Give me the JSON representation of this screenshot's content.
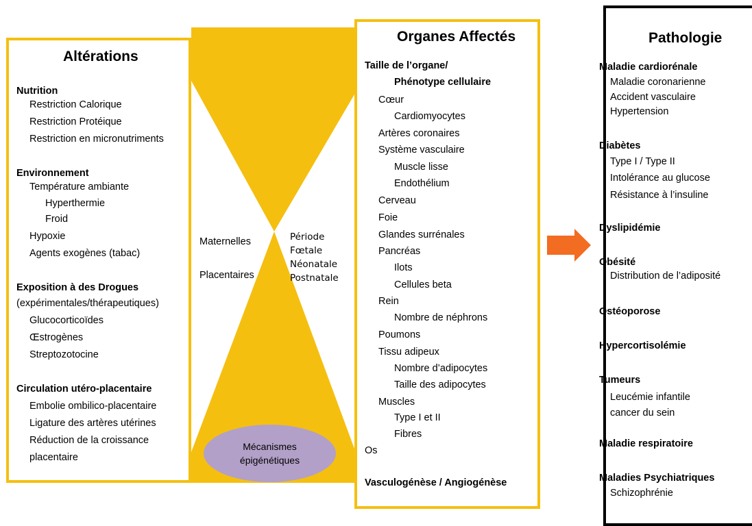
{
  "colors": {
    "gold": "#F5BF10",
    "arrow": "#F26C22",
    "ellipse": "#B2A0C8"
  },
  "left": {
    "title": "Altérations",
    "lines": [
      {
        "text": "Nutrition",
        "bold": true
      },
      {
        "text": "Restriction Calorique",
        "indent": 1
      },
      {
        "text": "Restriction Protéique",
        "indent": 1
      },
      {
        "text": "Restriction en micronutriments",
        "indent": 1
      },
      {
        "text": "Environnement",
        "bold": true
      },
      {
        "text": "Température ambiante",
        "indent": 1
      },
      {
        "text": "Hyperthermie",
        "indent": 2
      },
      {
        "text": "Froid",
        "indent": 2
      },
      {
        "text": "Hypoxie",
        "indent": 1
      },
      {
        "text": "Agents exogènes (tabac)",
        "indent": 1
      },
      {
        "text": "Exposition à des Drogues",
        "bold": true
      },
      {
        "text": "(expérimentales/thérapeutiques)",
        "indent": 0
      },
      {
        "text": "Glucocorticoïdes",
        "indent": 1
      },
      {
        "text": "Œstrogènes",
        "indent": 1
      },
      {
        "text": "Streptozotocine",
        "indent": 1
      },
      {
        "text": "Circulation utéro-placentaire",
        "bold": true
      },
      {
        "text": "Embolie ombilico-placentaire",
        "indent": 1
      },
      {
        "text": "Ligature des artères utérines",
        "indent": 1
      },
      {
        "text": "Réduction de la croissance",
        "indent": 1
      },
      {
        "text": "placentaire",
        "indent": 1
      }
    ]
  },
  "bowtie": {
    "maternelles": "Maternelles",
    "placentaires": "Placentaires",
    "periode": [
      "Période",
      "Fœtale",
      "Néonatale",
      "Postnatale"
    ]
  },
  "epigenetic": [
    "Mécanismes",
    "épigénétiques"
  ],
  "middle": {
    "title": "Organes Affectés",
    "lines": [
      {
        "text": "Taille de l’organe/",
        "bold": true
      },
      {
        "text": "Phénotype cellulaire",
        "bold": true,
        "indent": 2
      },
      {
        "text": "Cœur",
        "indent": 1
      },
      {
        "text": "Cardiomyocytes",
        "indent": 2
      },
      {
        "text": "Artères coronaires",
        "indent": 1
      },
      {
        "text": "Système vasculaire",
        "indent": 1
      },
      {
        "text": "Muscle lisse",
        "indent": 2
      },
      {
        "text": "Endothélium",
        "indent": 2
      },
      {
        "text": "Cerveau",
        "indent": 1
      },
      {
        "text": "Foie",
        "indent": 1
      },
      {
        "text": "Glandes surrénales",
        "indent": 1
      },
      {
        "text": "Pancréas",
        "indent": 1
      },
      {
        "text": "Ilots",
        "indent": 2
      },
      {
        "text": "Cellules beta",
        "indent": 2
      },
      {
        "text": "Rein",
        "indent": 1
      },
      {
        "text": "Nombre de néphrons",
        "indent": 2
      },
      {
        "text": "Poumons",
        "indent": 1
      },
      {
        "text": "Tissu adipeux",
        "indent": 1
      },
      {
        "text": "Nombre d’adipocytes",
        "indent": 2
      },
      {
        "text": "Taille des adipocytes",
        "indent": 2
      },
      {
        "text": "Muscles",
        "indent": 1
      },
      {
        "text": "Type I et II",
        "indent": 2
      },
      {
        "text": "Fibres",
        "indent": 2
      },
      {
        "text": "Os",
        "indent": 0
      },
      {
        "text": "Vasculogénèse / Angiogénèse",
        "bold": true
      }
    ]
  },
  "right": {
    "title": "Pathologie",
    "lines": [
      {
        "text": "Maladie cardiorénale",
        "bold": true
      },
      {
        "text": "Maladie coronarienne",
        "indent": 1
      },
      {
        "text": "Accident vasculaire",
        "indent": 1
      },
      {
        "text": "Hypertension",
        "indent": 1
      },
      {
        "text": "Diabètes",
        "bold": true
      },
      {
        "text": "Type I / Type II",
        "indent": 1
      },
      {
        "text": "Intolérance au glucose",
        "indent": 1
      },
      {
        "text": "Résistance à l’insuline",
        "indent": 1
      },
      {
        "text": "Dyslipidémie",
        "bold": true
      },
      {
        "text": "Obésité",
        "bold": true
      },
      {
        "text": "Distribution de l’adiposité",
        "indent": 1
      },
      {
        "text": "Ostéoporose",
        "bold": true
      },
      {
        "text": "Hypercortisolémie",
        "bold": true
      },
      {
        "text": "Tumeurs",
        "bold": true
      },
      {
        "text": "Leucémie infantile",
        "indent": 1
      },
      {
        "text": "cancer du sein",
        "indent": 1
      },
      {
        "text": "Maladie respiratoire",
        "bold": true
      },
      {
        "text": "Maladies Psychiatriques",
        "bold": true
      },
      {
        "text": "Schizophrénie",
        "indent": 1
      }
    ]
  }
}
